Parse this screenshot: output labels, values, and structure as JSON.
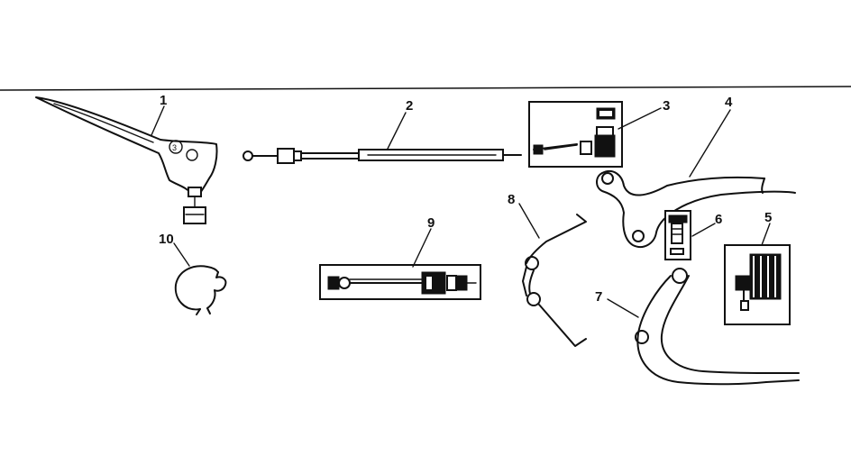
{
  "callouts": {
    "c1": "1",
    "c2": "2",
    "c3": "3",
    "c4": "4",
    "c5": "5",
    "c6": "6",
    "c7": "7",
    "c8": "8",
    "c9": "9",
    "c10": "10"
  },
  "part_labels": {
    "lever_number": "3"
  }
}
